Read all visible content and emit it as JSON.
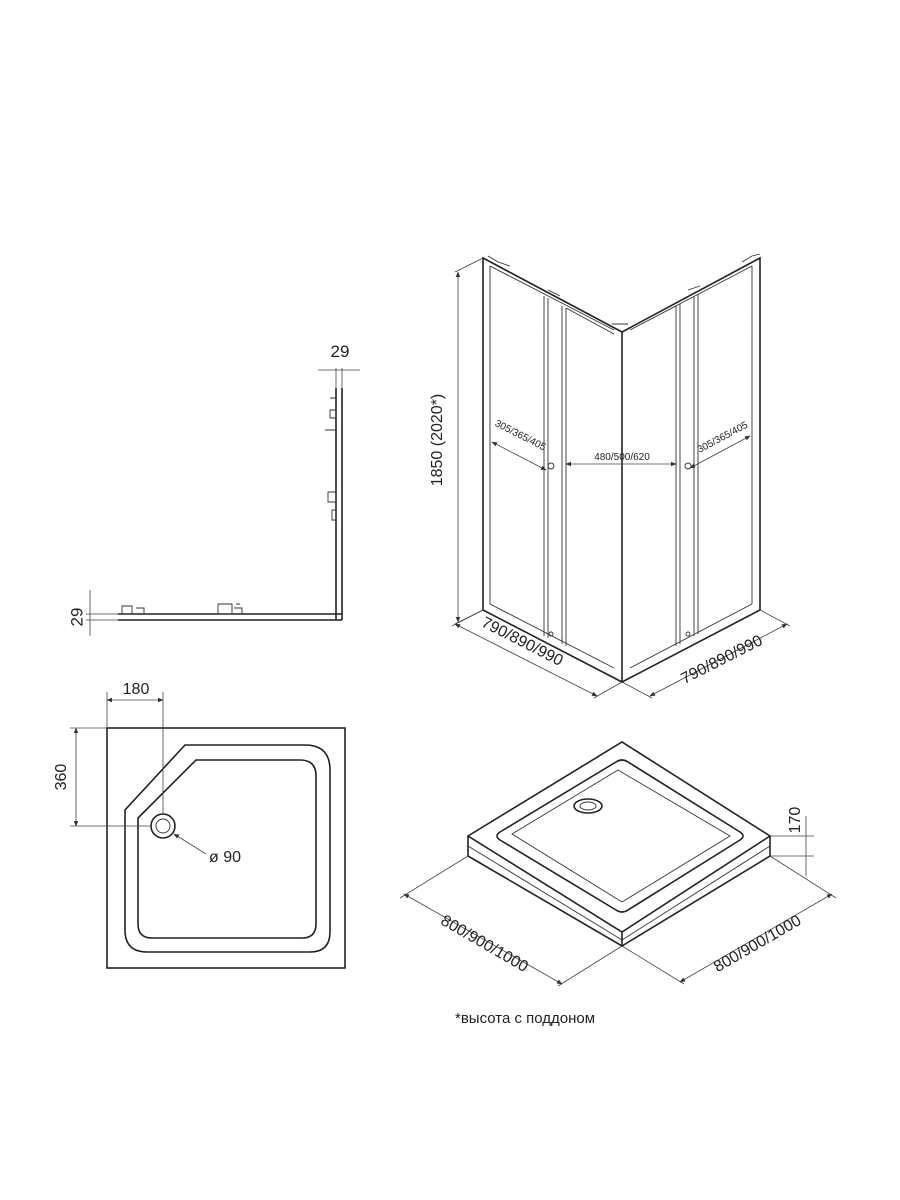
{
  "side_view": {
    "top_dim": "29",
    "left_dim": "29"
  },
  "perspective_view": {
    "height_dim": "1850 (2020*)",
    "left_panel_dim": "305/365/405",
    "door_dim": "480/500/620",
    "right_panel_dim": "305/365/405",
    "left_width_dim": "790/890/990",
    "right_width_dim": "790/890/990"
  },
  "tray_plan": {
    "corner_x_dim": "180",
    "corner_y_dim": "360",
    "drain_dim": "ø 90"
  },
  "tray_iso": {
    "height_dim": "170",
    "left_width_dim": "800/900/1000",
    "right_width_dim": "800/900/1000"
  },
  "footnote": "*высота с поддоном"
}
